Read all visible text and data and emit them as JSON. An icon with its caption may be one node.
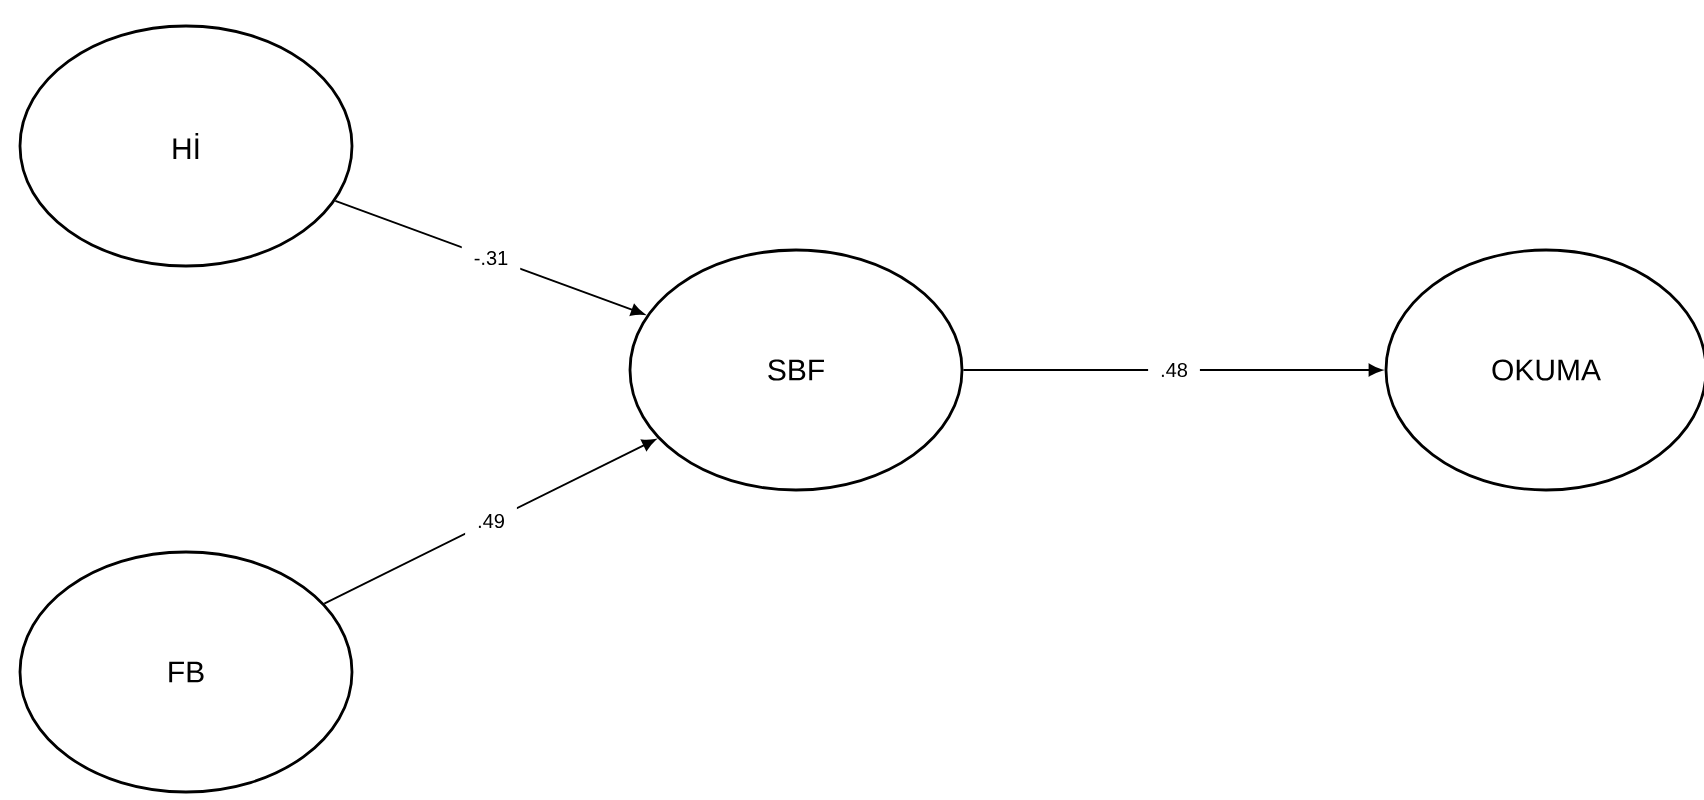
{
  "diagram": {
    "nodes": [
      {
        "text": [
          "Hİ"
        ]
      },
      {
        "text": [
          "FB"
        ]
      },
      {
        "text": [
          "SBF"
        ]
      },
      {
        "text": [
          "OKUMA"
        ]
      }
    ],
    "edges": [
      {
        "from": 0,
        "to": 2,
        "arrow": "to",
        "label": "-.31"
      },
      {
        "from": 1,
        "to": 2,
        "arrow": "to",
        "label": ".49"
      },
      {
        "from": 2,
        "to": 3,
        "arrow": "to",
        "label": ".48"
      }
    ]
  }
}
